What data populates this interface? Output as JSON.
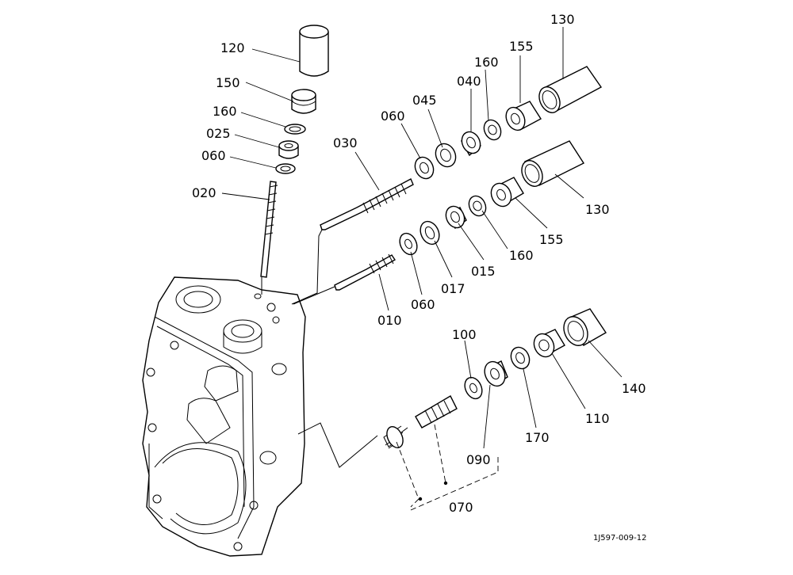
{
  "diagram": {
    "reference_code": "1J597-009-12",
    "labels": {
      "p120": "120",
      "p150": "150",
      "p160_top": "160",
      "p025": "025",
      "p060_top": "060",
      "p020": "020",
      "p030": "030",
      "p060_mid": "060",
      "p045": "045",
      "p040": "040",
      "p160_mid": "160",
      "p155_top": "155",
      "p130_top": "130",
      "p130_mid": "130",
      "p155_mid": "155",
      "p160_low": "160",
      "p015": "015",
      "p017": "017",
      "p060_low": "060",
      "p010": "010",
      "p100": "100",
      "p140": "140",
      "p110": "110",
      "p170": "170",
      "p090": "090",
      "p070": "070"
    }
  }
}
